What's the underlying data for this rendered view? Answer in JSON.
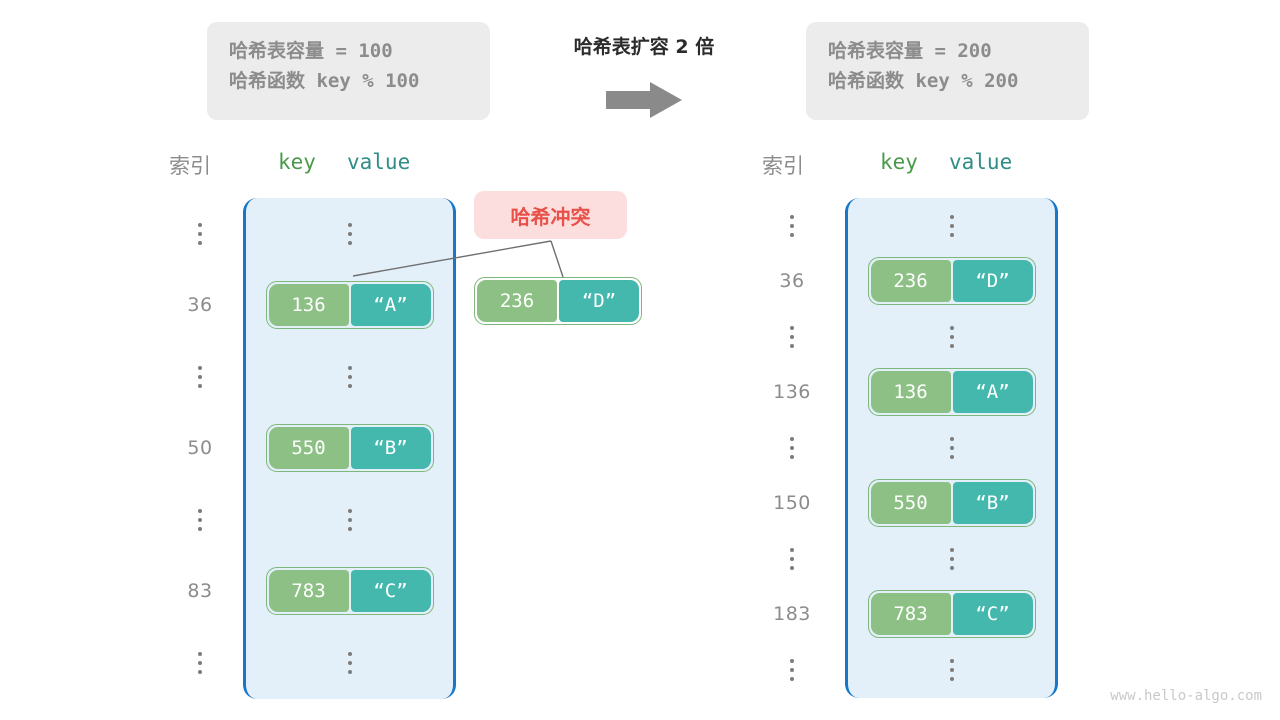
{
  "header": {
    "left_box": {
      "capacity_line": "哈希表容量 = 100",
      "hash_fn_line": "哈希函数 key % 100"
    },
    "right_box": {
      "capacity_line": "哈希表容量 = 200",
      "hash_fn_line": "哈希函数 key % 200"
    },
    "transform_label": "哈希表扩容 2 倍",
    "arrow_icon": "right-arrow-icon",
    "box_bg": "#ececec",
    "text_color": "#8c8c8c"
  },
  "columns": {
    "index_label": "索引",
    "key_label": "key",
    "value_label": "value",
    "key_color": "#4a9a4a",
    "value_color": "#2f8d86"
  },
  "collision": {
    "badge_label": "哈希冲突",
    "badge_bg": "#fbdedd",
    "badge_color": "#e8504a",
    "floating_entry": {
      "key": "236",
      "value": "“D”"
    }
  },
  "left_table": {
    "rows": [
      {
        "index": "",
        "ellipsis": true,
        "entry": null
      },
      {
        "index": "36",
        "ellipsis": false,
        "entry": {
          "key": "136",
          "value": "“A”"
        }
      },
      {
        "index": "",
        "ellipsis": true,
        "entry": null
      },
      {
        "index": "50",
        "ellipsis": false,
        "entry": {
          "key": "550",
          "value": "“B”"
        }
      },
      {
        "index": "",
        "ellipsis": true,
        "entry": null
      },
      {
        "index": "83",
        "ellipsis": false,
        "entry": {
          "key": "783",
          "value": "“C”"
        }
      },
      {
        "index": "",
        "ellipsis": true,
        "entry": null
      }
    ]
  },
  "right_table": {
    "rows": [
      {
        "index": "",
        "ellipsis": true,
        "entry": null
      },
      {
        "index": "36",
        "ellipsis": false,
        "entry": {
          "key": "236",
          "value": "“D”"
        }
      },
      {
        "index": "",
        "ellipsis": true,
        "entry": null
      },
      {
        "index": "136",
        "ellipsis": false,
        "entry": {
          "key": "136",
          "value": "“A”"
        }
      },
      {
        "index": "",
        "ellipsis": true,
        "entry": null
      },
      {
        "index": "150",
        "ellipsis": false,
        "entry": {
          "key": "550",
          "value": "“B”"
        }
      },
      {
        "index": "",
        "ellipsis": true,
        "entry": null
      },
      {
        "index": "183",
        "ellipsis": false,
        "entry": {
          "key": "783",
          "value": "“C”"
        }
      },
      {
        "index": "",
        "ellipsis": true,
        "entry": null
      }
    ]
  },
  "watermark": "www.hello-algo.com",
  "palette": {
    "key_cell": "#8cc084",
    "value_cell": "#45b8ae",
    "pair_border": "#7cb87c",
    "panel_bg": "#e3eff9",
    "panel_border": "#1877c9",
    "muted_text": "#8c8c8c"
  }
}
